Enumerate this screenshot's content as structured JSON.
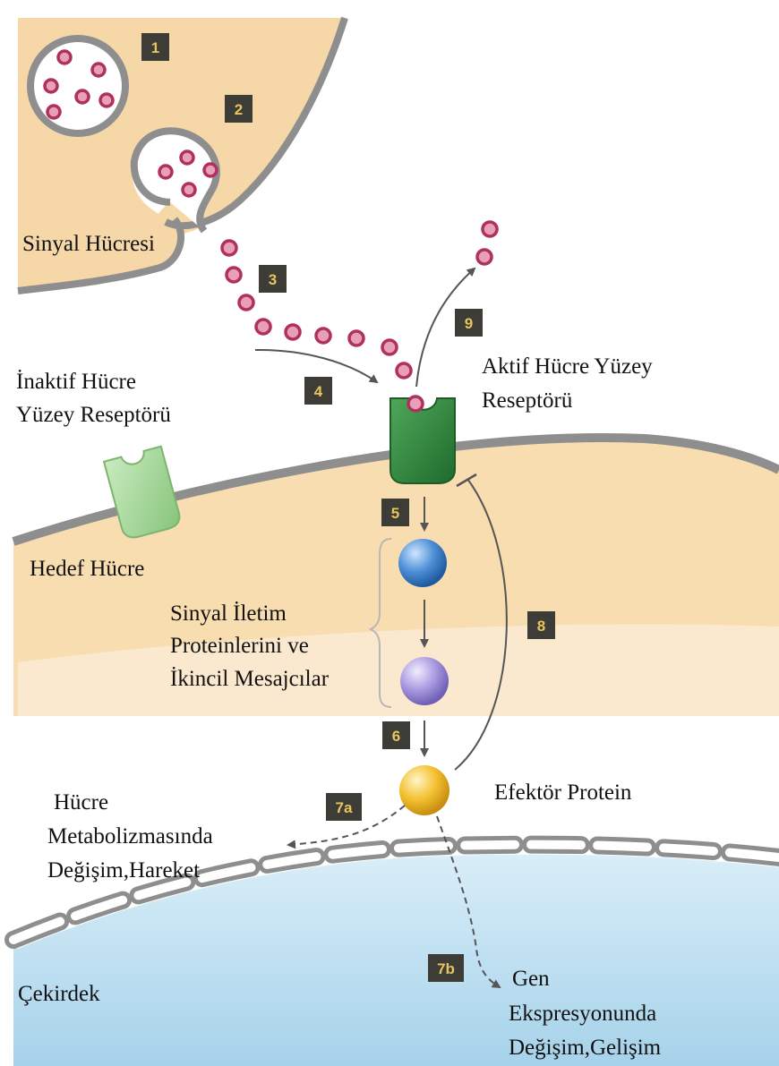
{
  "labels": {
    "signal_cell": "Sinyal Hücresi",
    "inactive_receptor": [
      "İnaktif Hücre",
      "Yüzey Reseptörü"
    ],
    "active_receptor": [
      "Aktif Hücre Yüzey",
      "Reseptörü"
    ],
    "target_cell": "Hedef Hücre",
    "transduction": [
      "Sinyal İletim",
      "Proteinlerini ve",
      "İkincil Mesajcılar"
    ],
    "effector": "Efektör Protein",
    "metabolism": [
      "Hücre",
      "Metabolizmasında",
      "Değişim,Hareket"
    ],
    "nucleus": "Çekirdek",
    "gene": [
      "Gen",
      "Ekspresyonunda",
      "Değişim,Gelişim"
    ]
  },
  "steps": {
    "s1": "1",
    "s2": "2",
    "s3": "3",
    "s4": "4",
    "s5": "5",
    "s6": "6",
    "s7a": "7a",
    "s7b": "7b",
    "s8": "8",
    "s9": "9"
  },
  "colors": {
    "cytoplasm": "#f8ddb0",
    "membrane": "#8e8e8e",
    "nucleus": "#b7dcef",
    "signal_molecule": "#b0305e",
    "active_receptor": "#2f8a3e",
    "inactive_receptor": "#9fd394",
    "transducer_1": "#4d8fd6",
    "transducer_2": "#a99ae0",
    "effector": "#f3c131",
    "step_box": "#3e3c37",
    "step_text": "#e6c65e"
  }
}
